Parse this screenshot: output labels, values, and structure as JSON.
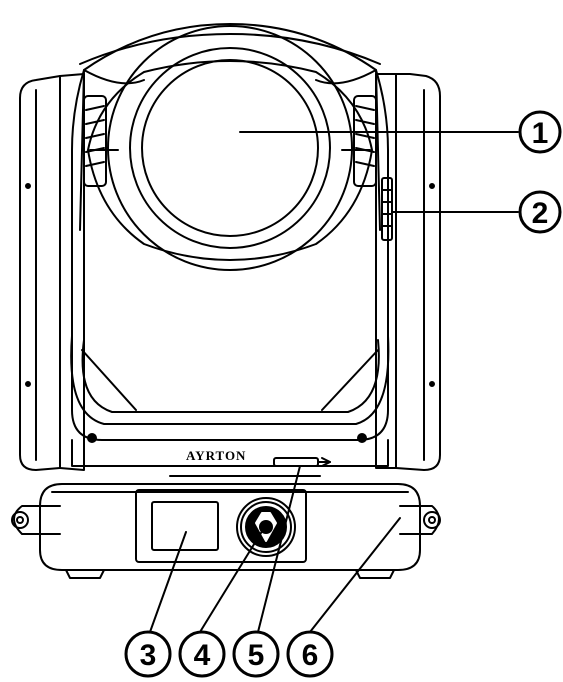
{
  "brand_label": "AYRTON",
  "callouts": [
    {
      "number": "1"
    },
    {
      "number": "2"
    },
    {
      "number": "3"
    },
    {
      "number": "4"
    },
    {
      "number": "5"
    },
    {
      "number": "6"
    }
  ],
  "colors": {
    "line": "#000000",
    "background": "#ffffff"
  }
}
